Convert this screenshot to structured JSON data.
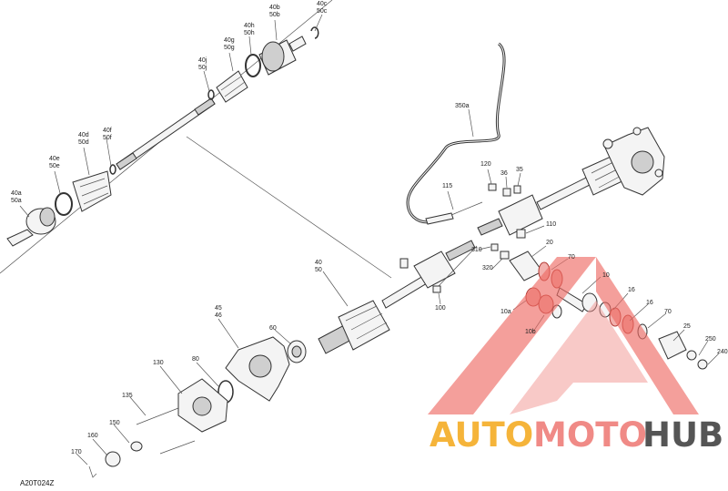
{
  "diagram_code": "A20T024Z",
  "watermark": {
    "auto": "AUTO",
    "moto": "MOTO",
    "hub": "HUB",
    "colors": {
      "auto": "#f5b43a",
      "moto": "#f08a86",
      "hub": "#555555"
    }
  },
  "callouts": {
    "l40a": [
      "40a",
      "50a"
    ],
    "l40e": [
      "40e",
      "50e"
    ],
    "l40d": [
      "40d",
      "50d"
    ],
    "l40f": [
      "40f",
      "50f"
    ],
    "l40j": [
      "40j",
      "50j"
    ],
    "l40g": [
      "40g",
      "50g"
    ],
    "l40h": [
      "40h",
      "50h"
    ],
    "l40b": [
      "40b",
      "50b"
    ],
    "l40c": [
      "40c",
      "50c"
    ],
    "l40": [
      "40",
      "50"
    ],
    "l45": [
      "45",
      "46"
    ],
    "l350a": "350a",
    "l120": "120",
    "l36": "36",
    "l35": "35",
    "l115": "115",
    "l110": "110",
    "l310": "310",
    "l20": "20",
    "l320": "320",
    "l70a": "70",
    "l10": "10",
    "l100": "100",
    "l10a": "10a",
    "l16a": "16",
    "l16b": "16",
    "l10b": "10b",
    "l70b": "70",
    "l25": "25",
    "l250": "250",
    "l240": "240",
    "l60": "60",
    "l80": "80",
    "l130": "130",
    "l135": "135",
    "l150": "150",
    "l160": "160",
    "l170": "170"
  }
}
